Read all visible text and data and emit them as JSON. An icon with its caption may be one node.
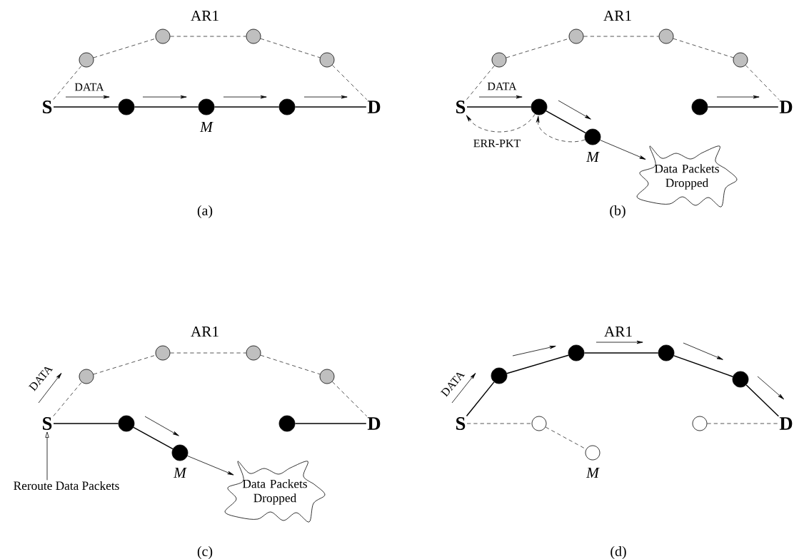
{
  "diagram": {
    "nodes": [
      {
        "text": [
          "S"
        ]
      },
      {
        "text": [],
        "shape": "circle"
      },
      {
        "text": [],
        "shape": "circle"
      },
      {
        "text": [],
        "shape": "circle"
      },
      {
        "text": [],
        "shape": "circle"
      },
      {
        "text": [],
        "shape": "circle"
      },
      {
        "text": [],
        "shape": "circle",
        "beside": [
          "M"
        ]
      },
      {
        "text": [],
        "shape": "circle"
      },
      {
        "text": [
          "D"
        ]
      },
      {
        "text": [
          "S"
        ]
      },
      {
        "text": [],
        "shape": "circle"
      },
      {
        "text": [],
        "shape": "circle"
      },
      {
        "text": [],
        "shape": "circle"
      },
      {
        "text": [],
        "shape": "circle"
      },
      {
        "text": [],
        "shape": "circle"
      },
      {
        "text": [],
        "shape": "circle",
        "beside": [
          "M"
        ]
      },
      {
        "text": [],
        "shape": "circle"
      },
      {
        "text": [
          "D"
        ]
      },
      {
        "text": [
          "Data Packets Dropped"
        ]
      },
      {
        "text": [
          "S"
        ]
      },
      {
        "text": [],
        "shape": "circle"
      },
      {
        "text": [],
        "shape": "circle"
      },
      {
        "text": [],
        "shape": "circle"
      },
      {
        "text": [],
        "shape": "circle"
      },
      {
        "text": [],
        "shape": "circle"
      },
      {
        "text": [],
        "shape": "circle",
        "beside": [
          "M"
        ]
      },
      {
        "text": [],
        "shape": "circle"
      },
      {
        "text": [
          "D"
        ]
      },
      {
        "text": [
          "Data Packets Dropped"
        ]
      },
      {
        "text": [
          "Reroute Data Packets"
        ]
      },
      {
        "text": [
          "S"
        ]
      },
      {
        "text": [],
        "shape": "circle"
      },
      {
        "text": [],
        "shape": "circle"
      },
      {
        "text": [],
        "shape": "circle"
      },
      {
        "text": [],
        "shape": "circle"
      },
      {
        "text": [],
        "shape": "circle"
      },
      {
        "text": [],
        "shape": "circle",
        "beside": [
          "M"
        ]
      },
      {
        "text": [],
        "shape": "circle"
      },
      {
        "text": [
          "D"
        ]
      }
    ],
    "edges": [
      {
        "from": 0,
        "to": 1,
        "arrow": "none",
        "style": "dashed"
      },
      {
        "from": 1,
        "to": 2,
        "arrow": "none",
        "style": "dashed"
      },
      {
        "from": 2,
        "to": 3,
        "arrow": "none",
        "style": "dashed"
      },
      {
        "from": 3,
        "to": 4,
        "arrow": "none",
        "style": "dashed"
      },
      {
        "from": 4,
        "to": 8,
        "arrow": "none",
        "style": "dashed"
      },
      {
        "from": 0,
        "to": 5,
        "arrow": "none"
      },
      {
        "from": 5,
        "to": 6,
        "arrow": "none"
      },
      {
        "from": 6,
        "to": 7,
        "arrow": "none"
      },
      {
        "from": 7,
        "to": 8,
        "arrow": "none"
      },
      {
        "from": 9,
        "to": 10,
        "arrow": "none",
        "style": "dashed"
      },
      {
        "from": 10,
        "to": 11,
        "arrow": "none",
        "style": "dashed"
      },
      {
        "from": 11,
        "to": 12,
        "arrow": "none",
        "style": "dashed"
      },
      {
        "from": 12,
        "to": 13,
        "arrow": "none",
        "style": "dashed"
      },
      {
        "from": 13,
        "to": 17,
        "arrow": "none",
        "style": "dashed"
      },
      {
        "from": 9,
        "to": 14,
        "arrow": "none"
      },
      {
        "from": 14,
        "to": 15,
        "arrow": "none"
      },
      {
        "from": 16,
        "to": 17,
        "arrow": "none"
      },
      {
        "from": 14,
        "to": 9,
        "arrow": "to",
        "style": "dashed",
        "label": "ERR-PKT"
      },
      {
        "from": 15,
        "to": 14,
        "arrow": "to",
        "style": "dashed"
      },
      {
        "from": 15,
        "to": 18,
        "arrow": "to"
      },
      {
        "from": 19,
        "to": 20,
        "arrow": "none",
        "style": "dashed"
      },
      {
        "from": 20,
        "to": 21,
        "arrow": "none",
        "style": "dashed"
      },
      {
        "from": 21,
        "to": 22,
        "arrow": "none",
        "style": "dashed"
      },
      {
        "from": 22,
        "to": 23,
        "arrow": "none",
        "style": "dashed"
      },
      {
        "from": 23,
        "to": 27,
        "arrow": "none",
        "style": "dashed"
      },
      {
        "from": 19,
        "to": 24,
        "arrow": "none"
      },
      {
        "from": 24,
        "to": 25,
        "arrow": "none"
      },
      {
        "from": 26,
        "to": 27,
        "arrow": "none"
      },
      {
        "from": 25,
        "to": 28,
        "arrow": "to"
      },
      {
        "from": 29,
        "to": 19,
        "arrow": "to"
      },
      {
        "from": 30,
        "to": 31,
        "arrow": "none"
      },
      {
        "from": 31,
        "to": 32,
        "arrow": "none"
      },
      {
        "from": 32,
        "to": 33,
        "arrow": "none"
      },
      {
        "from": 33,
        "to": 34,
        "arrow": "none"
      },
      {
        "from": 34,
        "to": 38,
        "arrow": "none"
      },
      {
        "from": 30,
        "to": 35,
        "arrow": "none",
        "style": "dashed"
      },
      {
        "from": 35,
        "to": 36,
        "arrow": "none",
        "style": "dashed"
      },
      {
        "from": 37,
        "to": 38,
        "arrow": "none",
        "style": "dashed"
      }
    ],
    "labels": [
      "AR1",
      "AR1",
      "DATA",
      "DATA",
      "(a)",
      "(b)",
      "AR1",
      "AR1",
      "DATA",
      "DATA",
      "(c)",
      "(d)"
    ]
  }
}
